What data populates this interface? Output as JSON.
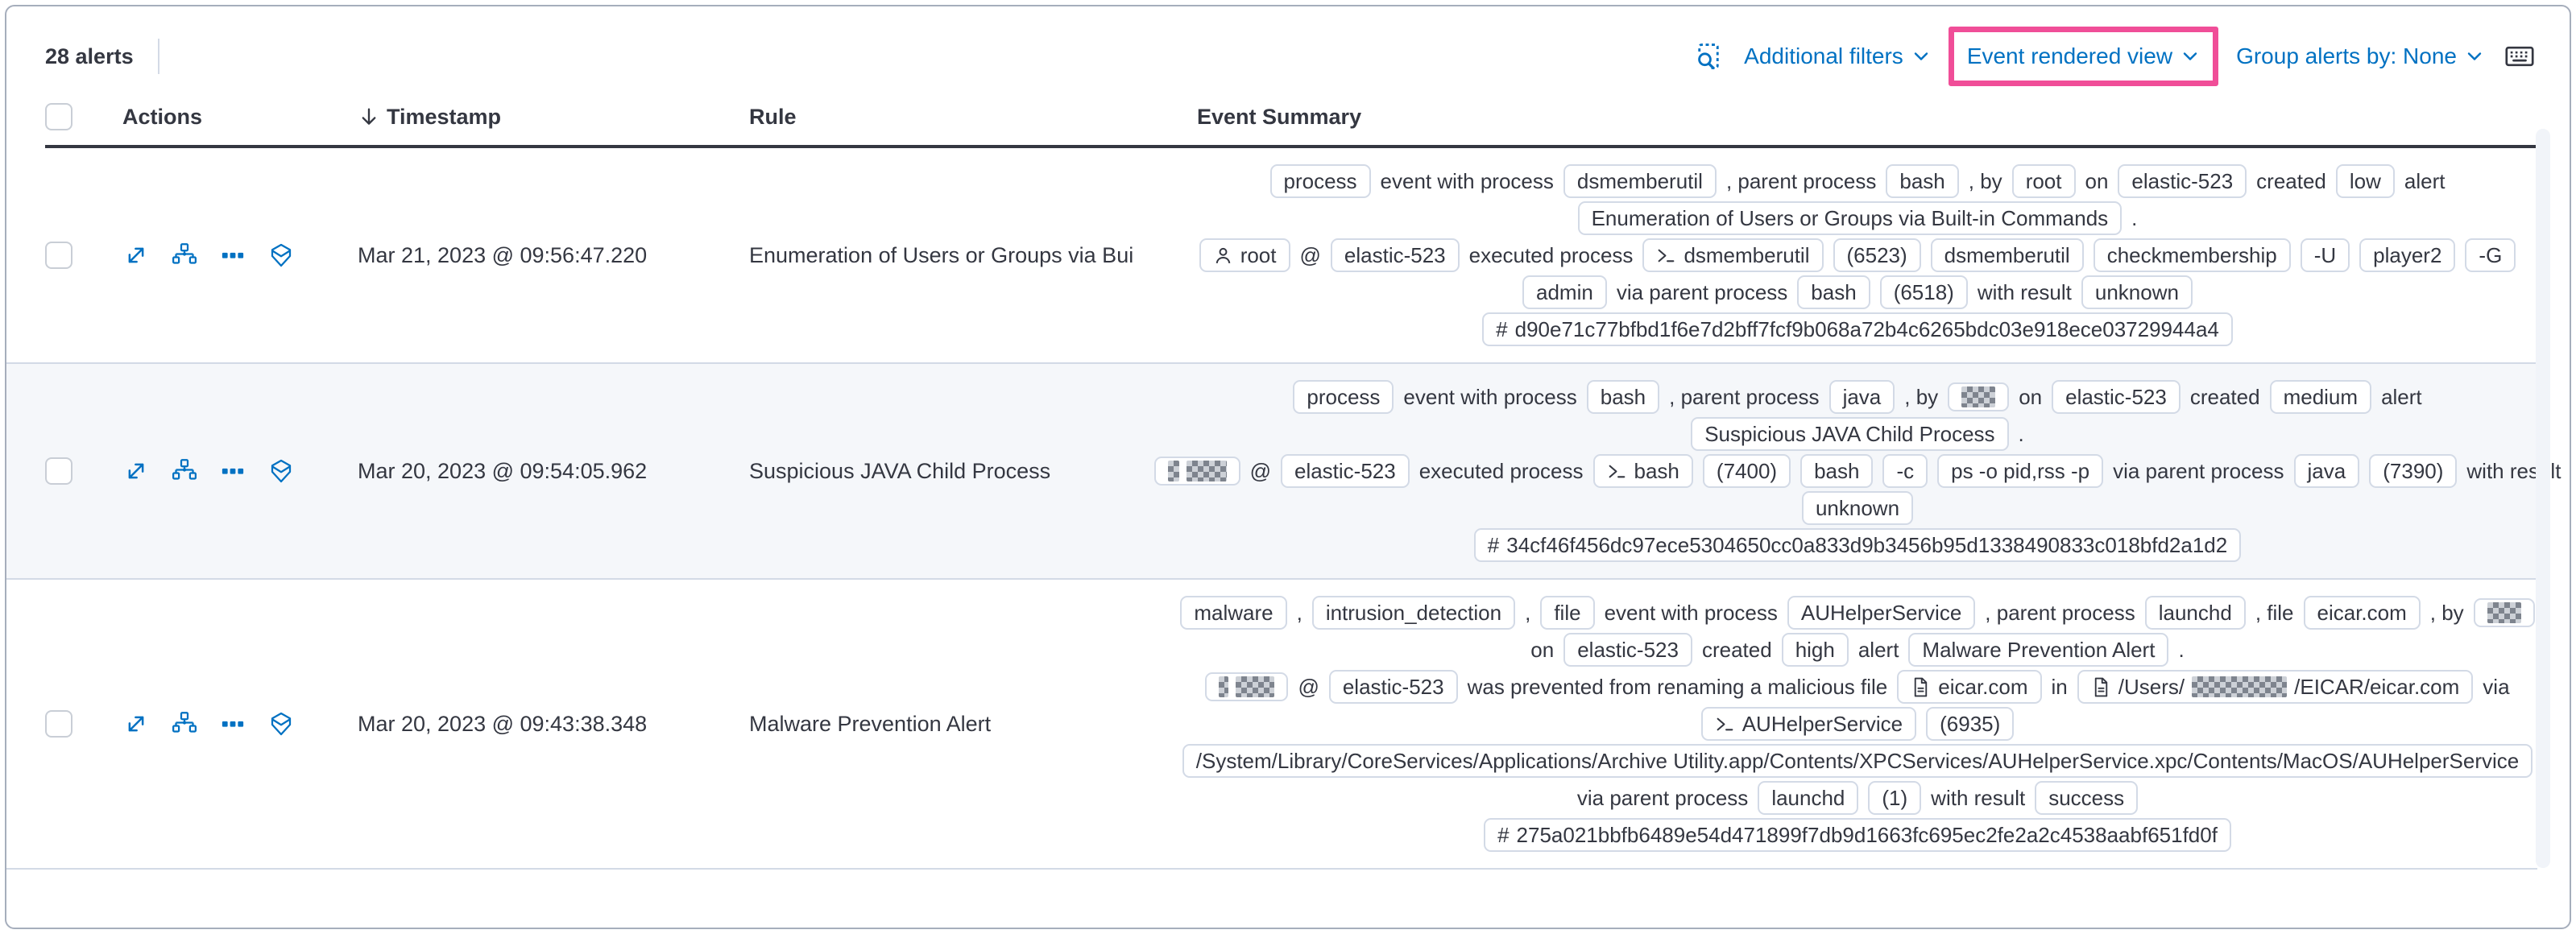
{
  "toolbar": {
    "alert_count": "28 alerts",
    "additional_filters_label": "Additional filters",
    "view_selector_label": "Event rendered view",
    "group_by_label": "Group alerts by: None",
    "icons": {
      "inspect": "inspect-icon",
      "keyboard": "keyboard-shortcuts-icon",
      "chevron": "chevron-down-icon"
    },
    "highlight_color": "#f04e98"
  },
  "table": {
    "headers": {
      "actions": "Actions",
      "timestamp": "Timestamp",
      "rule": "Rule",
      "summary": "Event Summary"
    },
    "sort_icon": "sort-descending-icon",
    "row_action_icons": [
      "expand-alert-icon",
      "analyze-event-icon",
      "more-actions-icon",
      "session-viewer-icon"
    ],
    "rows": [
      {
        "timestamp": "Mar 21, 2023 @ 09:56:47.220",
        "rule": "Enumeration of Users or Groups via Bui",
        "summary": [
          [
            {
              "t": "b",
              "v": "process"
            },
            {
              "t": "x",
              "v": "event with process"
            },
            {
              "t": "b",
              "v": "dsmemberutil"
            },
            {
              "t": "x",
              "v": ", parent process"
            },
            {
              "t": "b",
              "v": "bash"
            },
            {
              "t": "x",
              "v": ", by"
            },
            {
              "t": "b",
              "v": "root"
            },
            {
              "t": "x",
              "v": "on"
            },
            {
              "t": "b",
              "v": "elastic-523"
            },
            {
              "t": "x",
              "v": "created"
            },
            {
              "t": "b",
              "v": "low"
            },
            {
              "t": "x",
              "v": "alert"
            }
          ],
          [
            {
              "t": "b",
              "v": "Enumeration of Users or Groups via Built-in Commands"
            },
            {
              "t": "x",
              "v": "."
            }
          ],
          [
            {
              "t": "b",
              "v": "root",
              "i": "user"
            },
            {
              "t": "x",
              "v": "@"
            },
            {
              "t": "b",
              "v": "elastic-523"
            },
            {
              "t": "x",
              "v": "executed process"
            },
            {
              "t": "b",
              "v": "dsmemberutil",
              "i": "terminal"
            },
            {
              "t": "b",
              "v": "(6523)"
            },
            {
              "t": "b",
              "v": "dsmemberutil"
            },
            {
              "t": "b",
              "v": "checkmembership"
            },
            {
              "t": "b",
              "v": "-U"
            },
            {
              "t": "b",
              "v": "player2"
            },
            {
              "t": "b",
              "v": "-G"
            }
          ],
          [
            {
              "t": "b",
              "v": "admin"
            },
            {
              "t": "x",
              "v": "via parent process"
            },
            {
              "t": "b",
              "v": "bash"
            },
            {
              "t": "b",
              "v": "(6518)"
            },
            {
              "t": "x",
              "v": "with result"
            },
            {
              "t": "b",
              "v": "unknown"
            }
          ],
          [
            {
              "t": "b",
              "v": "d90e71c77bfbd1f6e7d2bff7fcf9b068a72b4c6265bdc03e918ece03729944a4",
              "i": "hash"
            }
          ]
        ]
      },
      {
        "timestamp": "Mar 20, 2023 @ 09:54:05.962",
        "rule": "Suspicious JAVA Child Process",
        "summary": [
          [
            {
              "t": "b",
              "v": "process"
            },
            {
              "t": "x",
              "v": "event with process"
            },
            {
              "t": "b",
              "v": "bash"
            },
            {
              "t": "x",
              "v": ", parent process"
            },
            {
              "t": "b",
              "v": "java"
            },
            {
              "t": "x",
              "v": ", by"
            },
            {
              "t": "b",
              "redact": [
                42
              ]
            },
            {
              "t": "x",
              "v": "on"
            },
            {
              "t": "b",
              "v": "elastic-523"
            },
            {
              "t": "x",
              "v": "created"
            },
            {
              "t": "b",
              "v": "medium"
            },
            {
              "t": "x",
              "v": "alert"
            }
          ],
          [
            {
              "t": "b",
              "v": "Suspicious JAVA Child Process"
            },
            {
              "t": "x",
              "v": "."
            }
          ],
          [
            {
              "t": "b",
              "redact": [
                14,
                50
              ]
            },
            {
              "t": "x",
              "v": "@"
            },
            {
              "t": "b",
              "v": "elastic-523"
            },
            {
              "t": "x",
              "v": "executed process"
            },
            {
              "t": "b",
              "v": "bash",
              "i": "terminal"
            },
            {
              "t": "b",
              "v": "(7400)"
            },
            {
              "t": "b",
              "v": "bash"
            },
            {
              "t": "b",
              "v": "-c"
            },
            {
              "t": "b",
              "v": "ps -o pid,rss -p"
            },
            {
              "t": "x",
              "v": "via parent process"
            },
            {
              "t": "b",
              "v": "java"
            },
            {
              "t": "b",
              "v": "(7390)"
            },
            {
              "t": "x",
              "v": "with result"
            }
          ],
          [
            {
              "t": "b",
              "v": "unknown"
            }
          ],
          [
            {
              "t": "b",
              "v": "34cf46f456dc97ece5304650cc0a833d9b3456b95d1338490833c018bfd2a1d2",
              "i": "hash"
            }
          ]
        ]
      },
      {
        "timestamp": "Mar 20, 2023 @ 09:43:38.348",
        "rule": "Malware Prevention Alert",
        "summary": [
          [
            {
              "t": "b",
              "v": "malware"
            },
            {
              "t": "x",
              "v": ","
            },
            {
              "t": "b",
              "v": "intrusion_detection"
            },
            {
              "t": "x",
              "v": ","
            },
            {
              "t": "b",
              "v": "file"
            },
            {
              "t": "x",
              "v": "event with process"
            },
            {
              "t": "b",
              "v": "AUHelperService"
            },
            {
              "t": "x",
              "v": ", parent process"
            },
            {
              "t": "b",
              "v": "launchd"
            },
            {
              "t": "x",
              "v": ", file"
            },
            {
              "t": "b",
              "v": "eicar.com"
            },
            {
              "t": "x",
              "v": ", by"
            },
            {
              "t": "b",
              "redact": [
                42
              ]
            }
          ],
          [
            {
              "t": "x",
              "v": "on"
            },
            {
              "t": "b",
              "v": "elastic-523"
            },
            {
              "t": "x",
              "v": "created"
            },
            {
              "t": "b",
              "v": "high"
            },
            {
              "t": "x",
              "v": "alert"
            },
            {
              "t": "b",
              "v": "Malware Prevention Alert"
            },
            {
              "t": "x",
              "v": "."
            }
          ],
          [
            {
              "t": "b",
              "redact": [
                12,
                48
              ]
            },
            {
              "t": "x",
              "v": "@"
            },
            {
              "t": "b",
              "v": "elastic-523"
            },
            {
              "t": "x",
              "v": "was prevented from renaming a malicious file"
            },
            {
              "t": "b",
              "v": "eicar.com",
              "i": "document"
            },
            {
              "t": "x",
              "v": "in"
            },
            {
              "t": "b",
              "i": "document",
              "parts": [
                {
                  "v": "/Users/"
                },
                {
                  "redact": 118
                },
                {
                  "v": "/EICAR/eicar.com"
                }
              ]
            },
            {
              "t": "x",
              "v": "via"
            }
          ],
          [
            {
              "t": "b",
              "v": "AUHelperService",
              "i": "terminal"
            },
            {
              "t": "b",
              "v": "(6935)"
            }
          ],
          [
            {
              "t": "b",
              "v": "/System/Library/CoreServices/Applications/Archive Utility.app/Contents/XPCServices/AUHelperService.xpc/Contents/MacOS/AUHelperService"
            }
          ],
          [
            {
              "t": "x",
              "v": "via parent process"
            },
            {
              "t": "b",
              "v": "launchd"
            },
            {
              "t": "b",
              "v": "(1)"
            },
            {
              "t": "x",
              "v": "with result"
            },
            {
              "t": "b",
              "v": "success"
            }
          ],
          [
            {
              "t": "b",
              "v": "275a021bbfb6489e54d471899f7db9d1663fc695ec2fe2a2c4538aabf651fd0f",
              "i": "hash"
            }
          ]
        ]
      }
    ]
  },
  "colors": {
    "link_blue": "#0071c2",
    "text": "#343741",
    "badge_border": "#d3dae6",
    "zebra_row": "#f5f7fa",
    "header_rule": "#343741",
    "highlight_pink": "#f04e98"
  }
}
